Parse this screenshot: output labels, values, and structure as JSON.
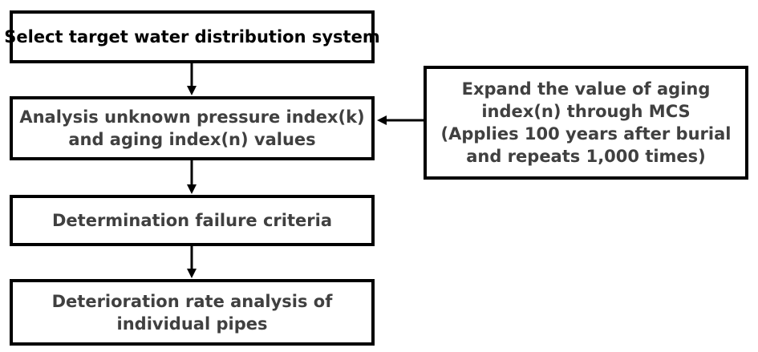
{
  "flowchart": {
    "steps": [
      {
        "lines": [
          "Select target water distribution system"
        ]
      },
      {
        "lines": [
          "Analysis unknown pressure index(k)",
          "and aging index(n) values"
        ]
      },
      {
        "lines": [
          "Determination failure criteria"
        ]
      },
      {
        "lines": [
          "Deterioration rate analysis of",
          "individual pipes"
        ]
      }
    ],
    "side_box": {
      "lines": [
        "Expand the value of aging",
        "index(n) through MCS",
        "(Applies 100 years after burial",
        "and repeats 1,000 times)"
      ]
    }
  }
}
